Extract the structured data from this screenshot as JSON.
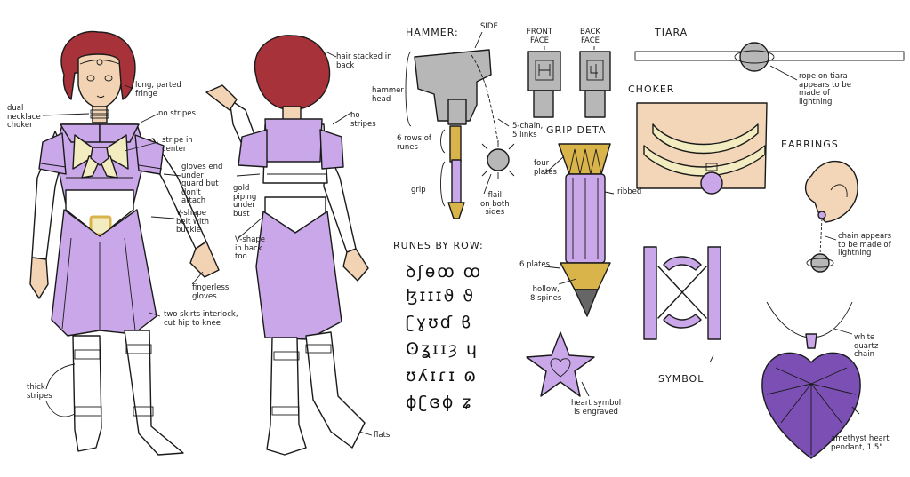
{
  "colors": {
    "lavender": "#c9a7e8",
    "lavender_dark": "#a57cd2",
    "cream": "#f3ecc1",
    "gold": "#d9b44a",
    "hair": "#a8323a",
    "skin": "#f2d3b3",
    "amethyst": "#7c4fb5",
    "steel": "#b7b7b7"
  },
  "labels": {
    "fringe": "long, parted\nfringe",
    "necklace": "dual\nnecklace\nchoker",
    "no_stripes_front": "no stripes",
    "stripe_center": "stripe in\ncenter",
    "gloves_end": "gloves end\nunder\nguard but\ndon't\nattach",
    "belt": "V-shape\nbelt with\nbuckle",
    "fingerless": "fingerless\ngloves",
    "skirts": "two skirts interlock,\ncut hip to knee",
    "thick_stripes": "thick\nstripes",
    "hair_back": "hair stacked in\nback",
    "no_stripes_back": "no\nstripes",
    "gold_piping": "gold\npiping\nunder\nbust",
    "vshape_back": "V-shape\nin back\ntoo",
    "flats": "flats"
  },
  "hammer": {
    "heading": "HAMMER:",
    "side": "SIDE",
    "front_face": "FRONT\nFACE",
    "back_face": "BACK\nFACE",
    "hammer_head": "hammer\nhead",
    "chain": "5-chain,\n5 links",
    "rows_of_runes": "6 rows of\nrunes",
    "grip": "grip",
    "flail": "flail\non both\nsides"
  },
  "grip_detail": {
    "heading": "GRIP DETA",
    "four_plates": "four\nplates",
    "ribbed": "ribbed",
    "six_plates": "6 plates",
    "hollow": "hollow,\n8 spines"
  },
  "runes": {
    "heading": "RUNES BY ROW:",
    "rows": [
      "ꝺʃѳꝏ ︎ꝏ",
      "ɮɪɪɪϑ ϑ",
      "ʗɣʊɗ ϐ",
      "ʘʓɪɪȝ ɥ",
      "ʊʎɪɾɪ ɷ",
      "ɸʗɞɸ ʑ"
    ]
  },
  "heart_symbol_note": "heart symbol\nis engraved",
  "tiara": {
    "heading": "TIARA",
    "note": "rope on tiara\nappears to be\nmade of\nlightning"
  },
  "choker_heading": "CHOKER",
  "earrings": {
    "heading": "EARRINGS",
    "note": "chain appears\nto be made of\nlightning"
  },
  "symbol_heading": "SYMBOL",
  "pendant": {
    "chain_note": "white\nquartz\nchain",
    "pendant_note": "amethyst heart\npendant, 1.5\""
  }
}
